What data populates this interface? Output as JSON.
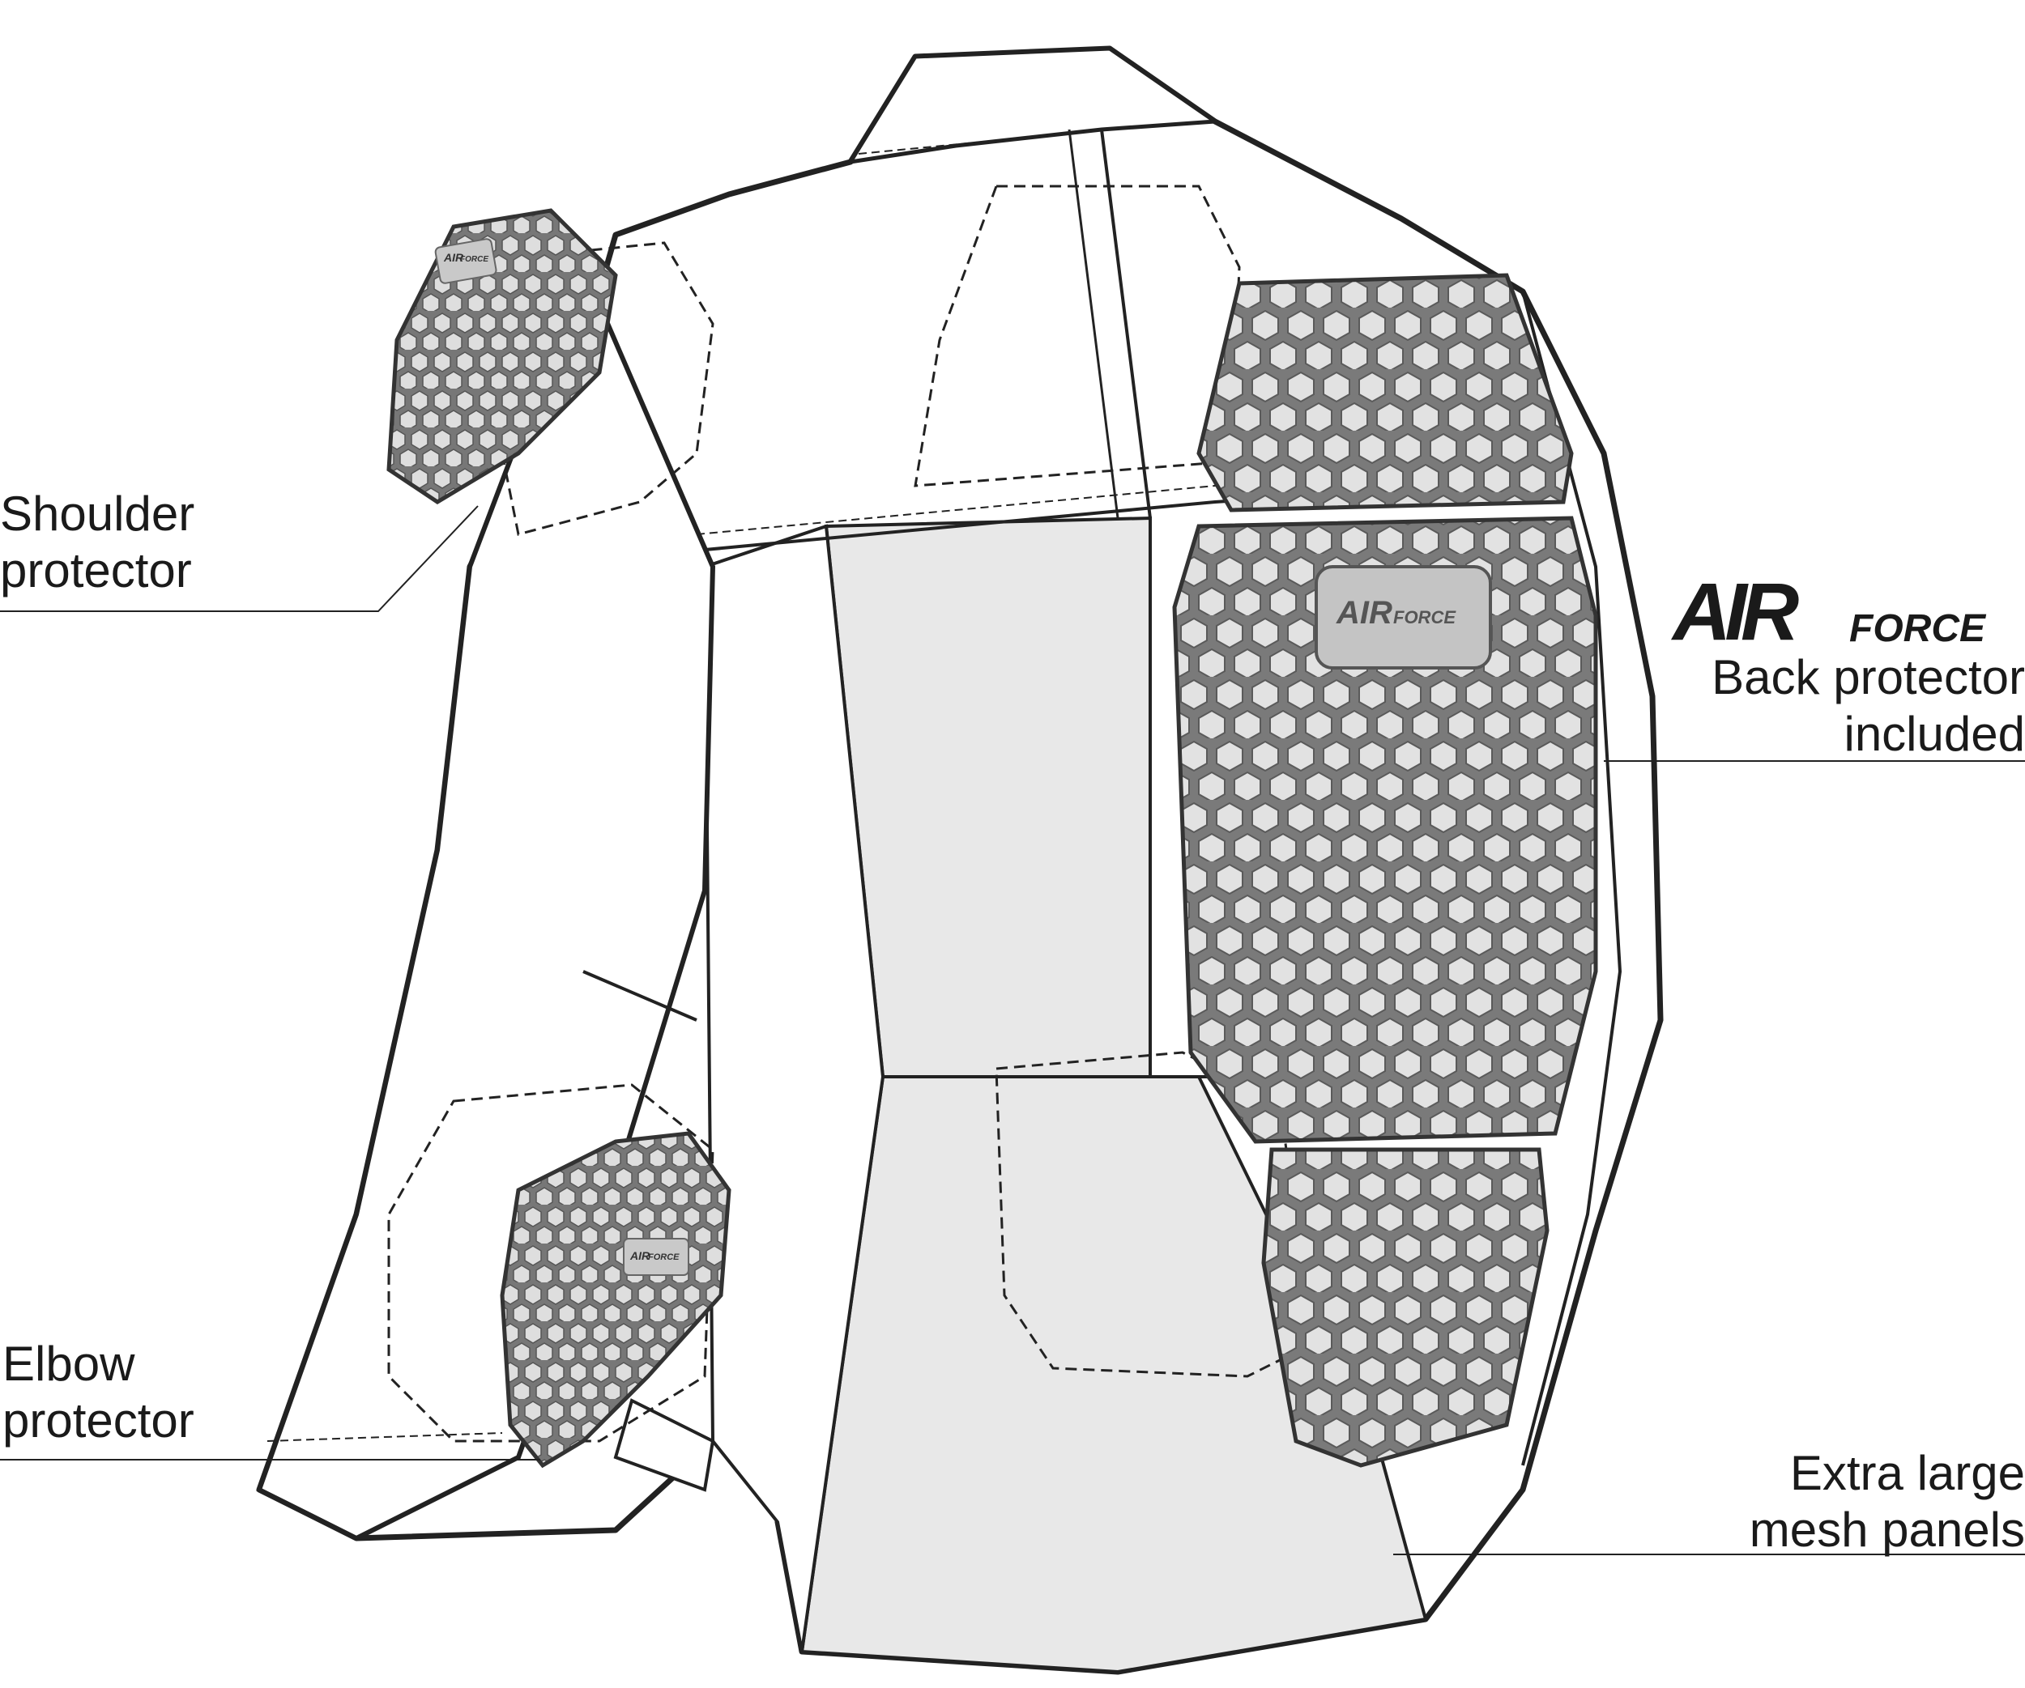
{
  "callouts": {
    "shoulder": {
      "line1": "Shoulder",
      "line2": "protector"
    },
    "elbow": {
      "line1": "Elbow",
      "line2": "protector"
    },
    "back": {
      "line1": "Back protector",
      "line2": "included"
    },
    "mesh": {
      "line1": "Extra large",
      "line2": "mesh panels"
    }
  },
  "brand": {
    "logo_text_main": "AIR",
    "logo_text_sub": "FORCE",
    "protector_badge_main": "AIR",
    "protector_badge_sub": "FORCE"
  },
  "colors": {
    "outline": "#222222",
    "mesh_fill": "#e8e8e8",
    "protector_fill": "#7a7a7a",
    "protector_light": "#dcdcdc",
    "logo": "#1a1a1a"
  }
}
